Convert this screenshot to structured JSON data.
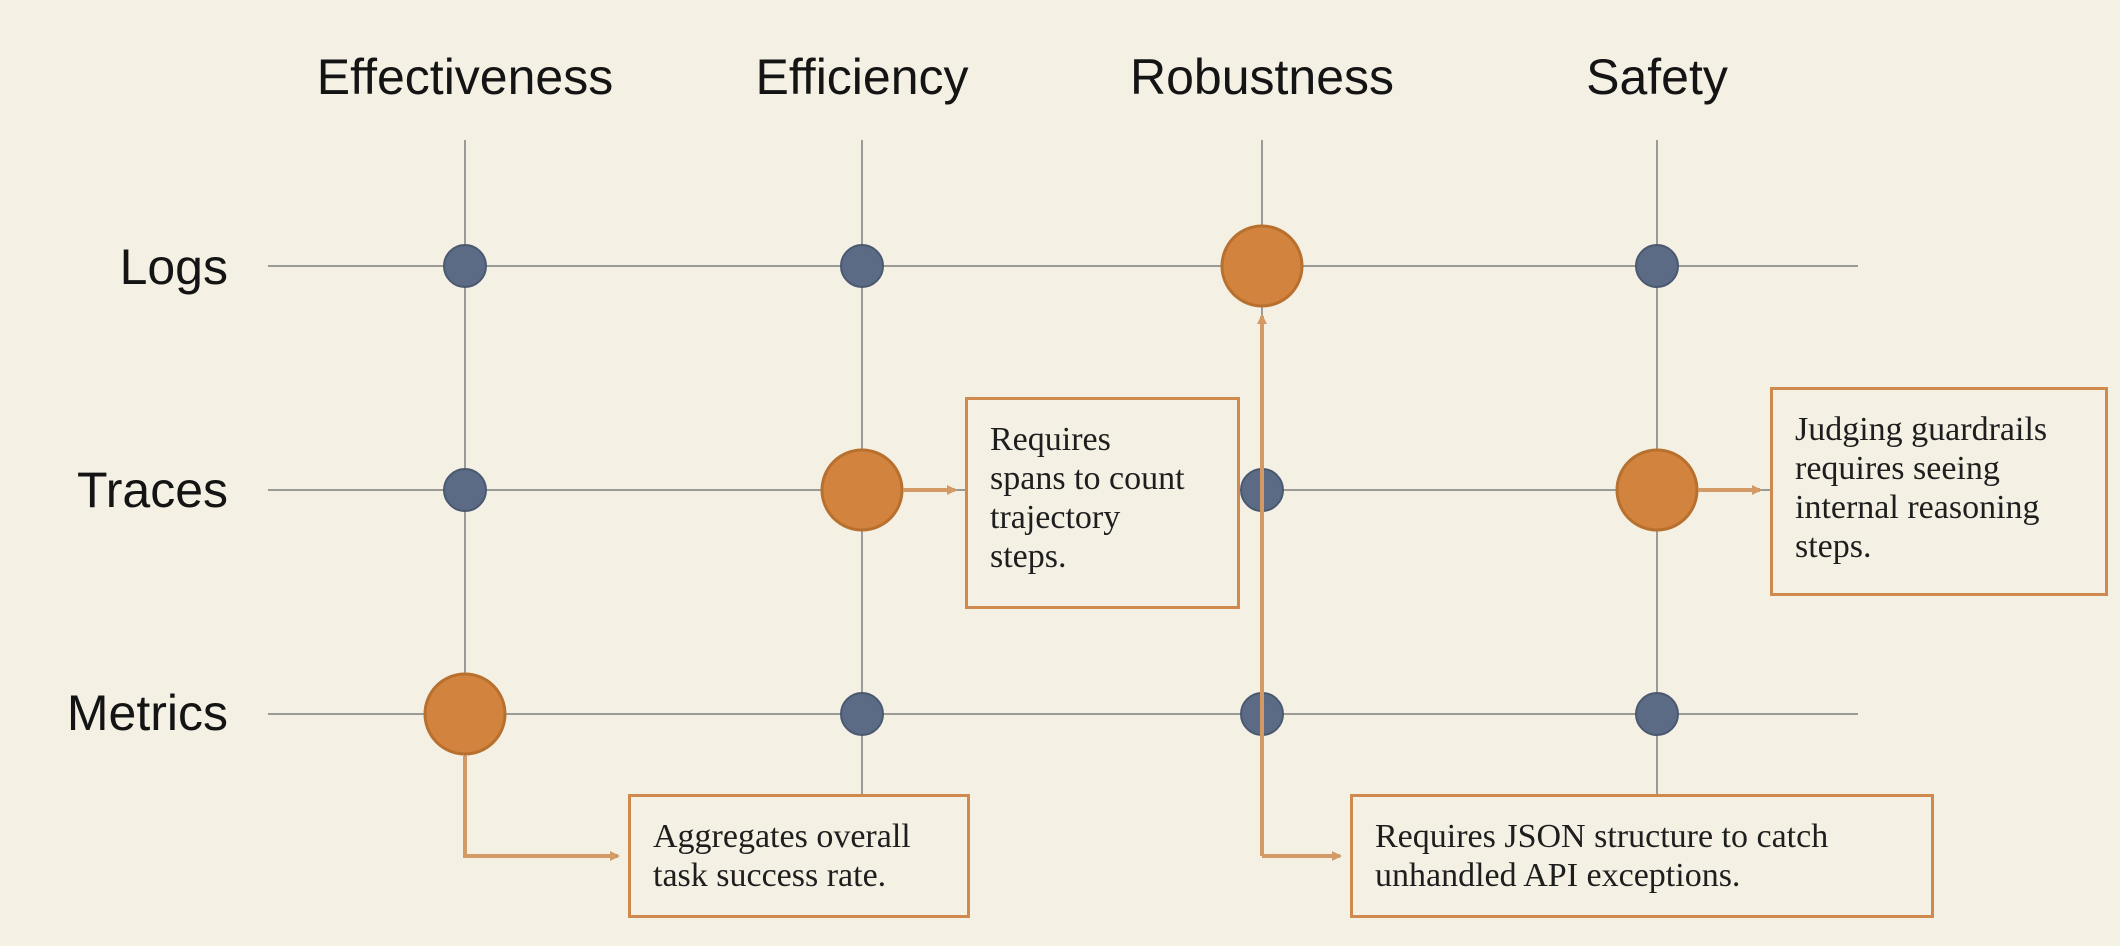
{
  "columns": [
    "Effectiveness",
    "Efficiency",
    "Robustness",
    "Safety"
  ],
  "rows": [
    "Logs",
    "Traces",
    "Metrics"
  ],
  "colors": {
    "background": "#f4f0e4",
    "grid_line": "#9a9a96",
    "dot_default": "#5c6b85",
    "dot_highlight": "#d2843f",
    "highlight_stroke": "#b8702f",
    "arrow": "#d49a66",
    "note_border": "#d08a4e"
  },
  "highlights": [
    {
      "row": "Metrics",
      "column": "Effectiveness"
    },
    {
      "row": "Traces",
      "column": "Efficiency"
    },
    {
      "row": "Logs",
      "column": "Robustness"
    },
    {
      "row": "Traces",
      "column": "Safety"
    }
  ],
  "notes": {
    "effectiveness": "Aggregates overall\ntask success rate.",
    "efficiency": "Requires\nspans to count\ntrajectory\nsteps.",
    "robustness": "Requires JSON structure to catch\nunhandled API exceptions.",
    "safety": "Judging guardrails\nrequires seeing\ninternal reasoning\nsteps."
  }
}
